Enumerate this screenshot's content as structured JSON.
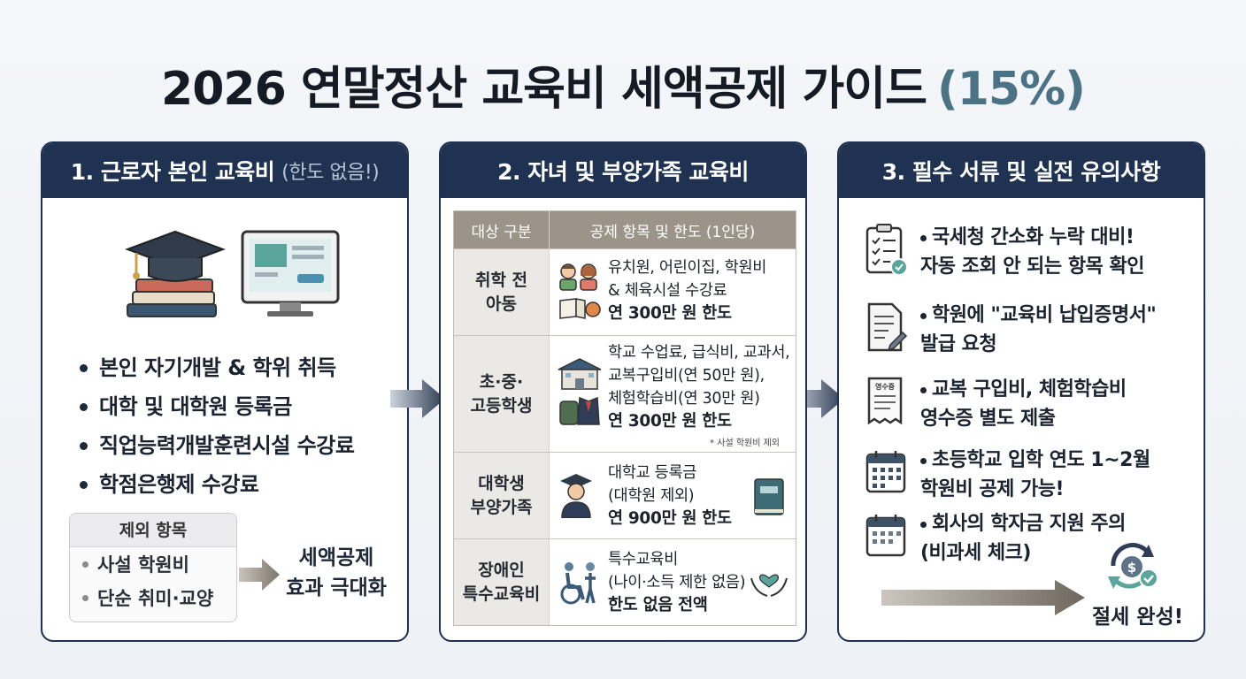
{
  "title": {
    "main": "2026 연말정산 교육비 세액공제 가이드",
    "accent": "(15%)"
  },
  "card1": {
    "heading": "1. 근로자 본인 교육비",
    "heading_sub": "(한도 없음!)",
    "items": [
      "본인 자기개발 & 학위 취득",
      "대학 및 대학원 등록금",
      "직업능력개발훈련시설 수강료",
      "학점은행제 수강료"
    ],
    "exclusion": {
      "title": "제외 항목",
      "items": [
        "사설 학원비",
        "단순 취미·교양"
      ]
    },
    "result_line1": "세액공제",
    "result_line2": "효과 극대화"
  },
  "card2": {
    "heading": "2. 자녀 및 부양가족 교육비",
    "table_headers": [
      "대상 구분",
      "공제 항목 및 한도 (1인당)"
    ],
    "rows": [
      {
        "target": [
          "취학 전",
          "아동"
        ],
        "lines": [
          "유치원, 어린이집, 학원비",
          "& 체육시설 수강료"
        ],
        "limit": "연 300만 원 한도"
      },
      {
        "target": [
          "초·중·",
          "고등학생"
        ],
        "lines": [
          "학교 수업료, 급식비, 교과서,",
          "교복구입비(연 50만 원),",
          "체험학습비(연 30만 원)"
        ],
        "limit": "연 300만 원 한도",
        "note": "* 사설 학원비 제외"
      },
      {
        "target": [
          "대학생",
          "부양가족"
        ],
        "lines": [
          "대학교 등록금",
          "(대학원 제외)"
        ],
        "limit": "연 900만 원 한도"
      },
      {
        "target": [
          "장애인",
          "특수교육비"
        ],
        "lines": [
          "특수교육비",
          "(나이·소득 제한 없음)"
        ],
        "limit": "한도 없음 전액"
      }
    ]
  },
  "card3": {
    "heading": "3. 필수 서류 및 실전 유의사항",
    "items": [
      {
        "line1": "국세청 간소화 누락 대비!",
        "line2": "자동 조회 안 되는 항목 확인",
        "icon": "checklist-icon"
      },
      {
        "line1": "학원에 \"교육비 납입증명서\"",
        "line2": "발급 요청",
        "icon": "document-icon"
      },
      {
        "line1": "교복 구입비, 체험학습비",
        "line2": "영수증 별도 제출",
        "icon": "receipt-icon",
        "icon_text": "영수증"
      },
      {
        "line1": "초등학교 입학 연도 1~2월",
        "line2": "학원비 공제 가능!",
        "icon": "calendar-icon"
      },
      {
        "line1": "회사의 학자금 지원 주의",
        "line2": "(비과세 체크)",
        "icon": "calendar-icon"
      }
    ],
    "final": "절세 완성!"
  },
  "colors": {
    "header": "#1f3252",
    "accent": "#4b7385",
    "table_head": "#9c9488"
  }
}
